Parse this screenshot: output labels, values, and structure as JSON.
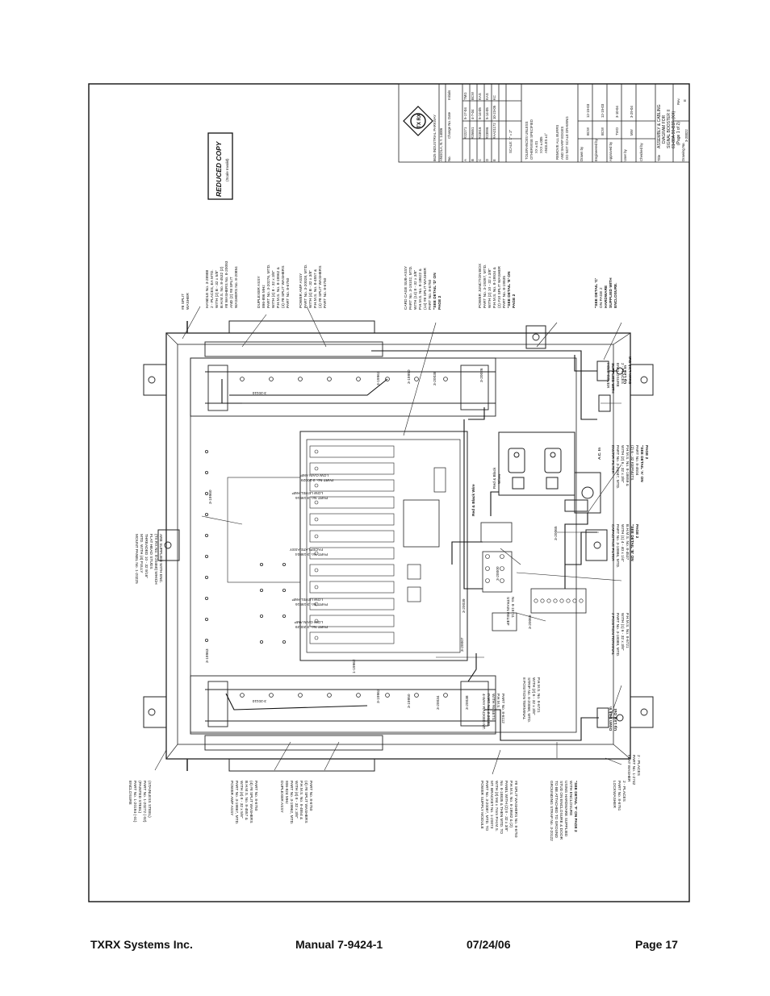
{
  "drawing": {
    "stamp_title": "REDUCED COPY",
    "stamp_sub": "(Scale Invalid)",
    "callouts": {
      "handle": [
        "HANDLE No. 3-28988",
        "2 - PLACES, EA MTD.",
        "WITH (2) B - 32 x 5/8\"",
        "B.H.M.S. No. 8-4532 (2)",
        "#8 WASHERS No. 8-20093",
        "AND (2) #8 SPLIT",
        "WASHERS No. 8-20894"
      ],
      "split_washer": [
        "#8 SPLIT",
        "WASHER"
      ],
      "duplexer_top": [
        "DUPLEXER ASSY",
        "896-896 MHz",
        "PART No. 3-20276, MTD.",
        "WITH (4) 8 - 32 x 3/8\"",
        "P.H.M.S. No. 8-19962 &",
        "(4) #8 SPLIT WASHERS",
        "PART No. 8-6750"
      ],
      "power_amp_top": [
        "POWER AMP ASSY",
        "PART No. 3-20028, MTD.",
        "WITH (4) B - 32 x 3/8\"",
        "P.H.M.S. No. 8-4557 &",
        "(4) #8 SPLIT WASHERS",
        "PART No. 8-6750"
      ],
      "card_cage": [
        "CARD CAGE SUB-ASSY",
        "PART No. 3-19102, MTD.",
        "WITH (14) 8 - 32 x 3/8\"",
        "P.H.M.S. No. 8-18622 &",
        "(14) #8 SPLIT WASHER",
        "PART No. 8-6750",
        "\"SEE DETAIL 'D' ON",
        "PAGE 2"
      ],
      "power_junction": [
        "POWER JUNCTION BOX",
        "PART No. 3-19397, MTD.",
        "WITH (2) 10 - 32 x 3/8\"",
        "P.H.M.S. No. 8-19934 &",
        "(2) #10 SPLIT WASHER",
        "PART No. 8-19935",
        "\"SEE DETAIL 'E' ON",
        "PAGE 2"
      ],
      "see_detail_c": [
        "\"SEE DETAIL 'C'",
        "ON PAGE 2",
        "HARDWARE",
        "SUPPLIED WITH",
        "ENCLOSURE."
      ],
      "hole_cover": [
        "HOLE COVER",
        "SUPPLIED WITH",
        "ENCLOSURE",
        "2 - PLACES"
      ],
      "emi_filter": [
        "EMI/RFI FILTER",
        "PART No. 3-20047, MTD.",
        "WITH (2) 6 - 32 x 3/8\"",
        "P.H.M.S. No. 8-18659 &",
        "(2) 6 - 32 KEPNUTS",
        "PART No. 8-4504",
        "\"SEE DETAIL 'A' ON",
        "PAGE 2"
      ],
      "cap_filter": [
        "CAPACITIVE FILTER",
        "PART No. 3-18986, MTD.",
        "WITH (1) 4 - 40 x 1/4\"",
        "B.H.M.S. No. 8-4537",
        "\"SEE DETAIL 'B' ON",
        "PAGE 2"
      ],
      "strain_relief": [
        "STRAIN RELIEF",
        "No. 8-15711"
      ],
      "terminal_2pos": [
        "2 POSITION TERMINAL",
        "PART No. 3-18089, MTD.",
        "WITH (1) 6 - 32 x 3/8\"",
        "P.H.M.S. No. 8-6721"
      ],
      "terminal_8pos": [
        "8 POSITION TERMINAL",
        "STRIP No. 8-20068, MTD.",
        "WITH (2) 6 - 32 x 3/8\"",
        "P.H.M.S. No. 8-6721"
      ],
      "mount_panel": [
        "MOUNT PANEL No. 1-20225",
        "MTD. WITH (4) FULLY",
        "THREADED 10 - 32 9/16\"",
        "FLAT HEAD STUDS",
        "(TX RX No. 8-20468) WHICH",
        "ARE SUPPLIED WITH ENC."
      ],
      "card_rack": [
        "4-WAY RACKED MT.",
        "PART No. 3-20232",
        "WITH #6 SETS",
        "P.H.M.S.",
        "PART No. 8-6112"
      ],
      "flat_washer": [
        "FLAT WASHER",
        "PART No. 1-2742",
        "2 - PLACES"
      ],
      "enclosure": [
        "ENCLOSURE",
        "PART No. 1-20194 (-01)",
        "(PAINTED STEEL)",
        "PART No. 1-20272 (-02)",
        "(STAINLESS STEEL)"
      ],
      "power_amp_bottom": [
        "POWER AMP ASSY",
        "PART No. 3-19867, MTD.",
        "WITH (4) 8 - 32 x 5/8\"",
        "B.H.M.S. No. 8-4557 &",
        "(4) #8 SPLIT WASHERS",
        "PART No. 8-6750"
      ],
      "duplexer_bottom": [
        "DUPLEXER ASSY",
        "806-824 MHz",
        "PART No. 3-19962, MTD.",
        "WITH (4) 8 - 32 x 3/8\"",
        "P.H.M.S. No. 8-4554 &",
        "(4) #8 SPLIT WASHERS",
        "PART No. 8-6750"
      ],
      "power_supply": [
        "POWER SUPPLY MODULE",
        "PART No. 3-20087, MTD. TO",
        "MT. BRACKET No. 1-20073",
        "WITH (3) M4 x 7mm P.H.M.S.",
        "No. 8-18835 & THEN MTD. TO",
        "PANEL WITH (2) 8 - 32 x 3/8\"",
        "P.H.M.S. No. 8-19582 & (2)",
        "#8 SPLIT WASHERS No. 8-6750"
      ],
      "grounding": [
        "GROUNDING STRAP No. 3-20122",
        "TO BE ATTACHED TO GROUND",
        "STUD ON ENCLOSURE & DOOR",
        "USING HARDWARE SUPPLIED",
        "WITH ENCLOSURE",
        "\"SEE DETAIL 'F' ON PAGE 2"
      ],
      "lockwasher": [
        "LOCKWASHER",
        "PART No. 8-6751",
        "2 - PLACES"
      ]
    },
    "module_labels": {
      "lga_top": [
        "LOW GAIN AMP",
        "PART No. 3-20029"
      ],
      "lla_top": [
        "LOW LEVEL AMP",
        "PART No. 3-19916"
      ],
      "faceplate": [
        "FACEPLATE ASSY",
        "PART No. 3-19804"
      ],
      "lla_bottom": [
        "LOW LEVEL AMP",
        "PART No. 3-19916"
      ],
      "lga_bottom": [
        "LOW GAIN AMP",
        "PART No. 3-20029"
      ]
    },
    "part_ids": {
      "p20110a": "3-20110",
      "p19963a": "3-19963",
      "p19950a": "3-19950",
      "p20038a": "3-20038",
      "p20026": "3-20026",
      "p20110b": "3-20110",
      "p19963b": "3-19963",
      "p19950b": "3-19950",
      "p20034": "3-20034",
      "p20038b": "3-20038",
      "p19960": "3-19960",
      "p19963c": "3-19963",
      "p20039": "3-20039",
      "p20007": "3-20007",
      "p20000": "3-20000",
      "p20065": "3-20065",
      "p20068": "3-20068",
      "p1_19962": "1-19962"
    },
    "connectors": {
      "uplink_in": [
        "Up Link In",
        "Down Link Out"
      ],
      "downlink_in": [
        "Down Link In",
        "Up Link Out"
      ],
      "ac_in": "A.C. In",
      "ref_label": [
        "Red & Black",
        "Wires"
      ],
      "ref_label2": [
        "Red & Black Wire"
      ]
    },
    "title_block": {
      "company": [
        "TX RX",
        "8625 INDUSTRIAL PARKWAY",
        "ANGOLA, N.Y. 14006"
      ],
      "rev_header": [
        "No.",
        "Change No.",
        "Date",
        "Initials"
      ],
      "revisions": [
        [
          "A",
          "#22271",
          "5-17-04",
          "TMG"
        ],
        [
          "B",
          "#25651",
          "4-7-04",
          "BCW"
        ],
        [
          "C",
          "#23916",
          "5-14-05",
          "KAS"
        ],
        [
          "D",
          "#23996",
          "5-14-05",
          "KAS"
        ],
        [
          "E",
          "#AA21172",
          "10-23-05",
          "KC"
        ]
      ],
      "scale": "SCALE: 1\" = 2\"",
      "tolerances": [
        "TOLERANCES UNLESS",
        "OTHERWISE SPECIFIED",
        "XX ±.01",
        "XXX ±.005",
        "ANGLES ±1°"
      ],
      "notes": [
        "REMOVE ALL BURRS",
        "AND SHARP EDGES",
        "DO NOT SCALE DRAWING"
      ],
      "drawn_by_label": "Drawn by",
      "drawn_by": "BCW",
      "date1": "12-15-03",
      "engineer_label": "Engineered by",
      "engineer": "BCW",
      "date2": "12-15-03",
      "approved_label": "Approved by",
      "approved": "TWO",
      "date3": "3-10-04",
      "user_label": "User by",
      "user": "MW",
      "date4": "3-29-04",
      "checked_label": "Checked by",
      "title_label": "Title",
      "title": [
        "ASSEMBLY & CABLING",
        "DIAGRAM FOR",
        "SIGNAL BOOSTER II",
        "61-88A-90-B1R (XX)",
        "(Page 1 of 2)"
      ],
      "drawing_no_label": "Drawing No.",
      "drawing_no": "3-20022",
      "rev_label": "Rev.",
      "rev": "E"
    }
  },
  "footer": {
    "company": "TXRX Systems Inc.",
    "manual": "Manual 7-9424-1",
    "date": "07/24/06",
    "page": "Page 17"
  }
}
